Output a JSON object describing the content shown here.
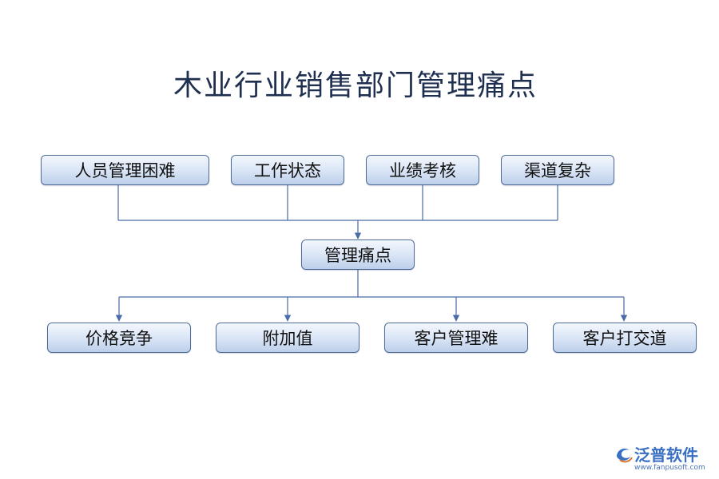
{
  "title": "木业行业销售部门管理痛点",
  "causes": [
    "人员管理困难",
    "工作状态",
    "业绩考核",
    "渠道复杂"
  ],
  "center": "管理痛点",
  "effects": [
    "价格竞争",
    "附加值",
    "客户管理难",
    "客户打交道"
  ],
  "logo": {
    "name": "泛普软件",
    "url": "www.fanpusoft.com"
  },
  "colors": {
    "box_border": "#4f6b98",
    "connector": "#4a6aa8",
    "title": "#1f2f4f"
  }
}
